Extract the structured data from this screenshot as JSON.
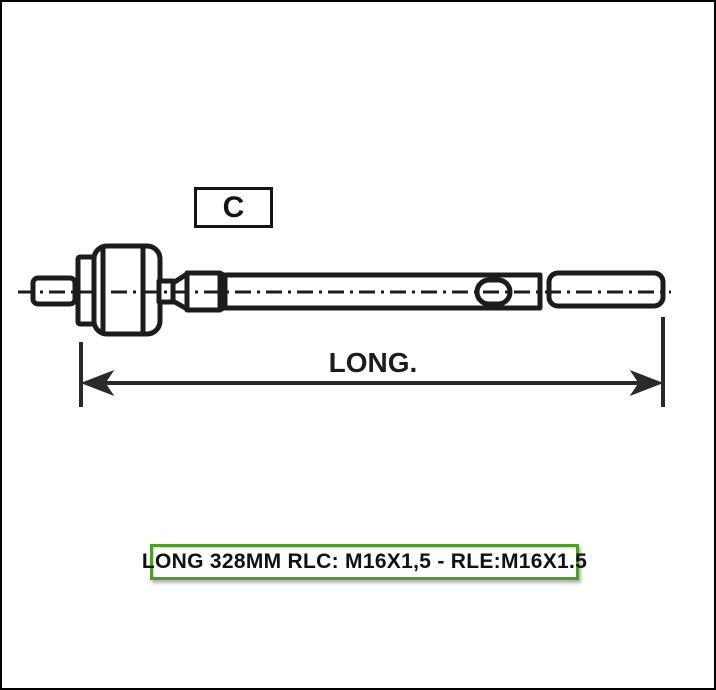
{
  "section_marker": {
    "label": "C"
  },
  "diagram": {
    "dimension_label": "LONG."
  },
  "spec_banner": {
    "text": "LONG 328MM RLC: M16X1,5 - RLE:M16X1.5"
  },
  "colors": {
    "line_color": "#1c1c1c",
    "banner_border": "#4f9e27"
  }
}
